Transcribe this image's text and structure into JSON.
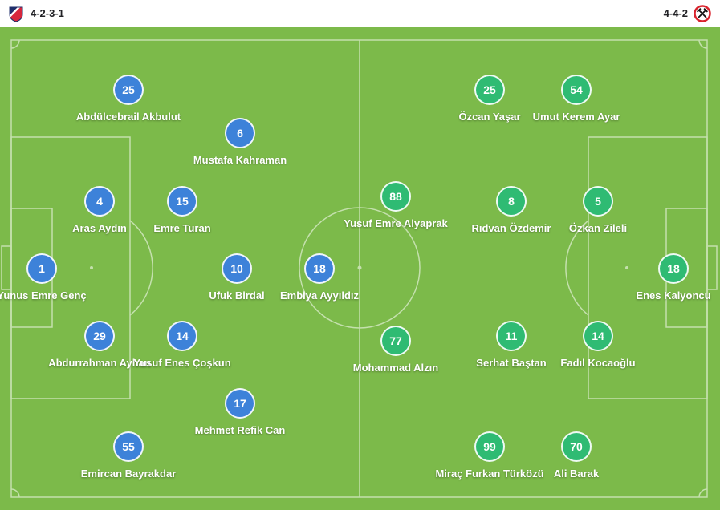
{
  "pitch": {
    "grass_color": "#7cba4a",
    "line_color": "#ffffff"
  },
  "teams": {
    "home": {
      "formation": "4-2-3-1",
      "crest_icon": "home-team-crest-icon",
      "kit_color": "#3d82d9",
      "crest_colors": [
        "#1f2f6b",
        "#d7263d"
      ],
      "players": [
        {
          "number": "1",
          "name": "Yunus Emre Genç"
        },
        {
          "number": "25",
          "name": "Abdülcebrail Akbulut"
        },
        {
          "number": "4",
          "name": "Aras Aydın"
        },
        {
          "number": "29",
          "name": "Abdurrahman Ayhan"
        },
        {
          "number": "55",
          "name": "Emircan Bayrakdar"
        },
        {
          "number": "15",
          "name": "Emre Turan"
        },
        {
          "number": "14",
          "name": "Yusuf Enes Çoşkun"
        },
        {
          "number": "6",
          "name": "Mustafa Kahraman"
        },
        {
          "number": "10",
          "name": "Ufuk Birdal"
        },
        {
          "number": "17",
          "name": "Mehmet Refik Can"
        },
        {
          "number": "18",
          "name": "Embiya Ayyıldız"
        }
      ]
    },
    "away": {
      "formation": "4-4-2",
      "crest_icon": "away-team-crest-icon",
      "kit_color": "#2fbb73",
      "crest_colors": [
        "#d9232d",
        "#111111"
      ],
      "players": [
        {
          "number": "18",
          "name": "Enes Kalyoncu"
        },
        {
          "number": "54",
          "name": "Umut Kerem Ayar"
        },
        {
          "number": "5",
          "name": "Özkan Zileli"
        },
        {
          "number": "14",
          "name": "Fadıl Kocaoğlu"
        },
        {
          "number": "70",
          "name": "Ali Barak"
        },
        {
          "number": "25",
          "name": "Özcan Yaşar"
        },
        {
          "number": "8",
          "name": "Rıdvan Özdemir"
        },
        {
          "number": "11",
          "name": "Serhat Baştan"
        },
        {
          "number": "99",
          "name": "Miraç Furkan Türközü"
        },
        {
          "number": "88",
          "name": "Yusuf Emre Alyaprak"
        },
        {
          "number": "77",
          "name": "Mohammad Alzın"
        }
      ]
    }
  }
}
